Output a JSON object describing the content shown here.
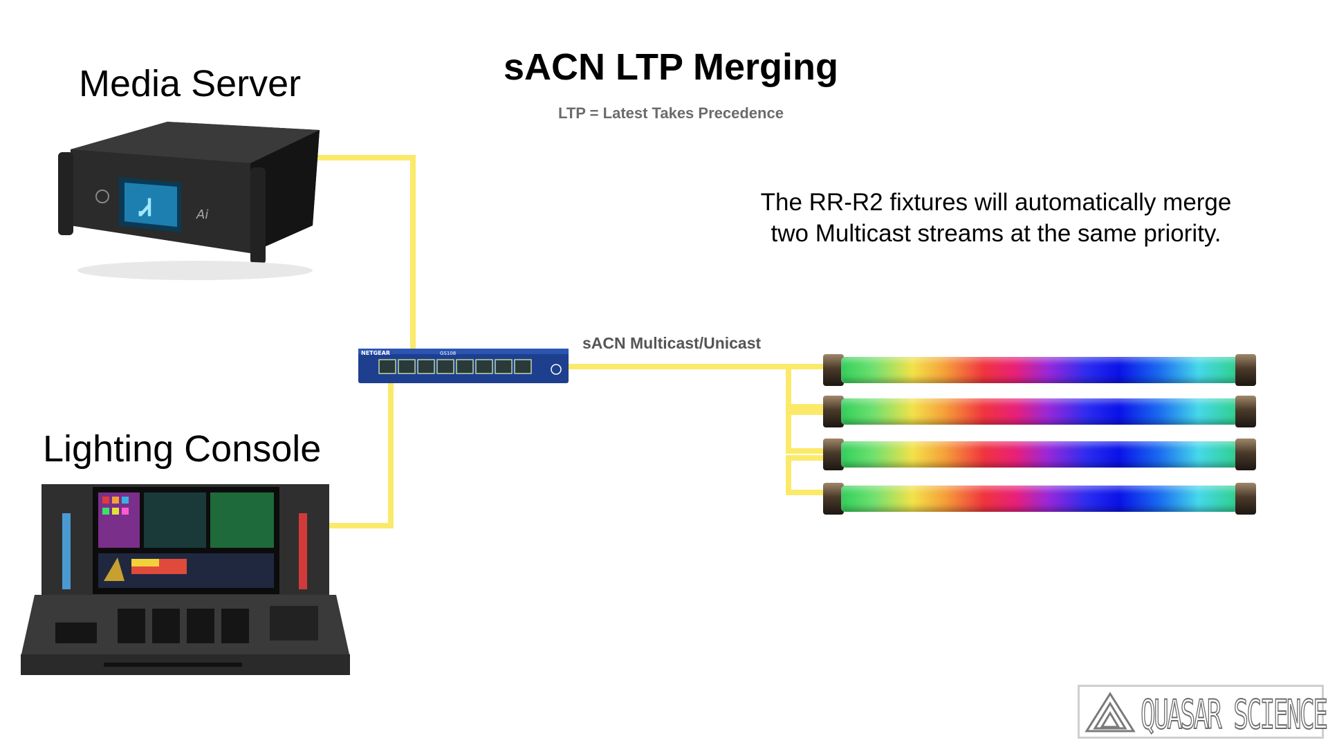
{
  "title": "sACN LTP Merging",
  "subtitle": "LTP = Latest Takes Precedence",
  "labels": {
    "media_server": "Media Server",
    "lighting_console": "Lighting Console",
    "network_link": "sACN Multicast/Unicast"
  },
  "description": {
    "line1": "The RR-R2 fixtures will automatically merge",
    "line2": "two Multicast streams at the same priority."
  },
  "switch": {
    "brand": "NETGEAR",
    "model": "GS108"
  },
  "logo": {
    "brand": "QUASAR SCIENCE"
  },
  "colors": {
    "cable": "#fbea6a",
    "switch": "#1e3f8e",
    "device": "#2a2a2a"
  },
  "fixtures_count": 4
}
